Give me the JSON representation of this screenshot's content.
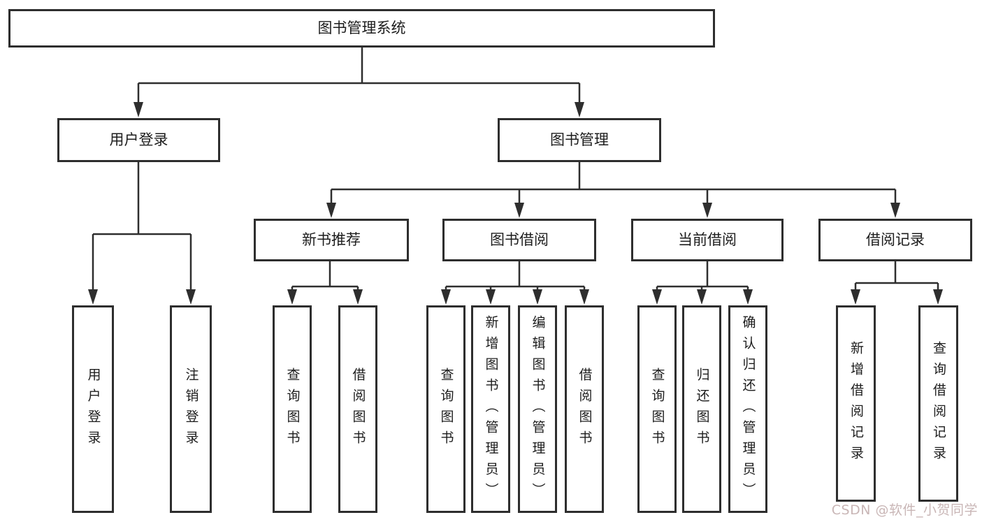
{
  "diagram": {
    "type": "tree",
    "title": "图书管理系统",
    "nodes": {
      "root": "图书管理系统",
      "user_login": "用户登录",
      "book_mgmt": "图书管理",
      "ul_login": "用户登录",
      "ul_logout": "注销登录",
      "new_book": "新书推荐",
      "book_borrow": "图书借阅",
      "cur_borrow": "当前借阅",
      "borrow_rec": "借阅记录",
      "nb_query": "查询图书",
      "nb_borrow": "借阅图书",
      "bb_query": "查询图书",
      "bb_add": "新增图书（管理员）",
      "bb_edit": "编辑图书（管理员）",
      "bb_borrow": "借阅图书",
      "cb_query": "查询图书",
      "cb_return": "归还图书",
      "cb_confirm": "确认归还（管理员）",
      "br_add": "新增借阅记录",
      "br_query": "查询借阅记录"
    },
    "edges": [
      [
        "root",
        "user_login"
      ],
      [
        "root",
        "book_mgmt"
      ],
      [
        "user_login",
        "ul_login"
      ],
      [
        "user_login",
        "ul_logout"
      ],
      [
        "book_mgmt",
        "new_book"
      ],
      [
        "book_mgmt",
        "book_borrow"
      ],
      [
        "book_mgmt",
        "cur_borrow"
      ],
      [
        "book_mgmt",
        "borrow_rec"
      ],
      [
        "new_book",
        "nb_query"
      ],
      [
        "new_book",
        "nb_borrow"
      ],
      [
        "book_borrow",
        "bb_query"
      ],
      [
        "book_borrow",
        "bb_add"
      ],
      [
        "book_borrow",
        "bb_edit"
      ],
      [
        "book_borrow",
        "bb_borrow"
      ],
      [
        "cur_borrow",
        "cb_query"
      ],
      [
        "cur_borrow",
        "cb_return"
      ],
      [
        "cur_borrow",
        "cb_confirm"
      ],
      [
        "borrow_rec",
        "br_add"
      ],
      [
        "borrow_rec",
        "br_query"
      ]
    ]
  },
  "watermark": {
    "text": "CSDN @软件_小贺同学"
  },
  "style": {
    "background": "#ffffff",
    "line_color": "#2e2e2e",
    "text_color": "#1d1d1d",
    "watermark_color": "#c9b6b6"
  }
}
